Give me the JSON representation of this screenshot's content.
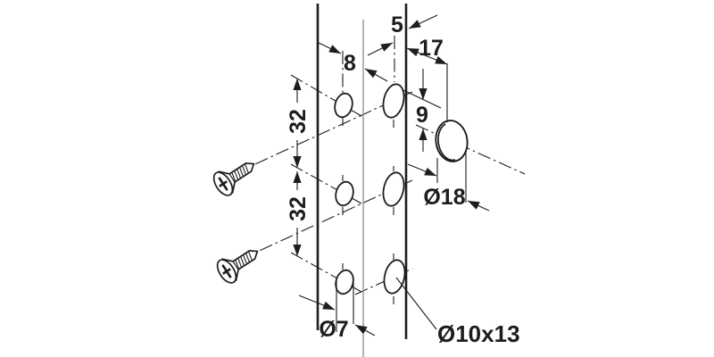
{
  "drawing": {
    "type": "technical-drilling-diagram",
    "colors": {
      "line": "#1d1d1b",
      "reference_line": "#8c8c8c",
      "background": "#ffffff"
    },
    "dimensions": {
      "hole_offset_8": "8",
      "edge_distance_5": "5",
      "cap_distance_17": "17",
      "vertical_offset_9": "9",
      "row_spacing_top": "32",
      "row_spacing_bottom": "32",
      "cap_diameter": "Ø18",
      "small_hole_diameter": "Ø7",
      "large_hole_size": "Ø10x13"
    }
  }
}
